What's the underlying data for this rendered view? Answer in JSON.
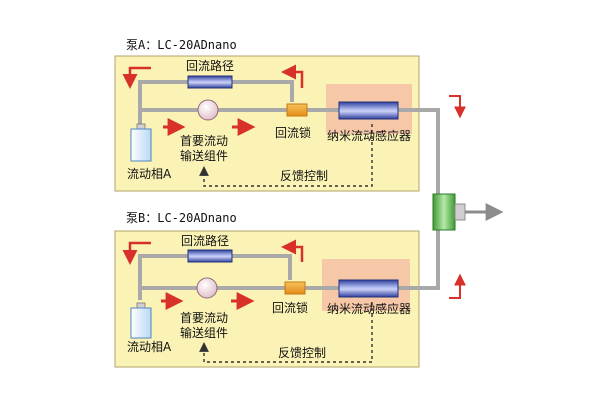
{
  "colors": {
    "panel_fill": "#fbf3b6",
    "panel_stroke": "#b0a36a",
    "sensor_bg": "#f6c8a8",
    "tube": "#a9a9a9",
    "arrow_red": "#d8312b",
    "column_blue": "#3d4eb8",
    "valve_orange": "#f3a12c",
    "mixer_green": "#6fc35a"
  },
  "pumpA": {
    "title": "泵A：LC-20ADnano",
    "return_path": "回流路径",
    "main_assembly_line1": "首要流动",
    "main_assembly_line2": "输送组件",
    "return_valve": "回流锁",
    "nano_sensor": "纳米流动感应器",
    "mobile_phase": "流动相A",
    "feedback_control": "反馈控制"
  },
  "pumpB": {
    "title": "泵B：LC-20ADnano",
    "return_path": "回流路径",
    "main_assembly_line1": "首要流动",
    "main_assembly_line2": "输送组件",
    "return_valve": "回流锁",
    "nano_sensor": "纳米流动感应器",
    "mobile_phase": "流动相A",
    "feedback_control": "反馈控制"
  },
  "icons": {
    "bottle": "bottle-icon",
    "pump": "pump-icon",
    "column": "column-icon",
    "valve": "valve-icon",
    "mixer": "mixer-icon",
    "arrow": "arrow-icon"
  }
}
